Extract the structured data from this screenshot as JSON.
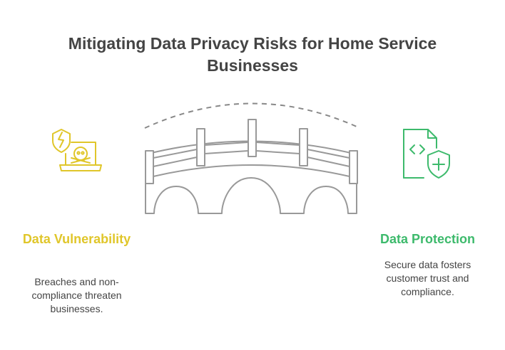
{
  "title": "Mitigating Data Privacy Risks for Home Service Businesses",
  "left": {
    "title": "Data Vulnerability",
    "description": "Breaches and non-compliance threaten businesses.",
    "icon": "laptop-skull-shield-icon",
    "color": "#e0c62a"
  },
  "right": {
    "title": "Data Protection",
    "description": "Secure data fosters customer trust and compliance.",
    "icon": "code-file-shield-icon",
    "color": "#3dba6c"
  },
  "center": {
    "icon": "bridge-icon",
    "color": "#a9a9a9"
  }
}
